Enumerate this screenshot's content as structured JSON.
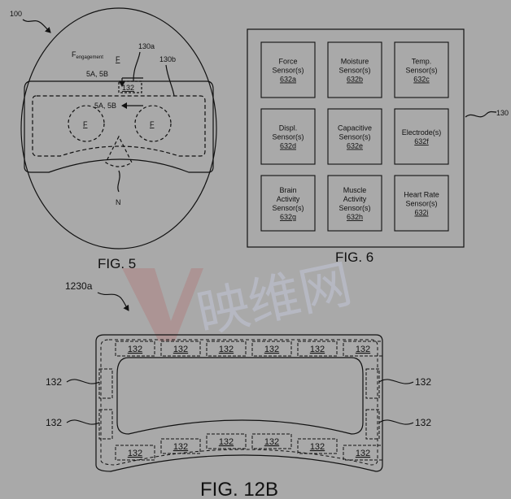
{
  "fig5": {
    "ref_main": "100",
    "label": "FIG. 5",
    "ref_130a": "130a",
    "ref_130b": "130b",
    "f_engagement": "F",
    "f_engagement_sub": "engagement",
    "f_top": "F",
    "arrow_label_top": "5A, 5B",
    "arrow_label_bottom": "5A, 5B",
    "box_label": "132",
    "f_left": "F",
    "f_right": "F",
    "nose_label": "N"
  },
  "fig6": {
    "label": "FIG. 6",
    "ref": "130",
    "sensors": [
      {
        "lines": [
          "Force",
          "Sensor(s)"
        ],
        "num": "632a"
      },
      {
        "lines": [
          "Moisture",
          "Sensor(s)"
        ],
        "num": "632b"
      },
      {
        "lines": [
          "Temp.",
          "Sensor(s)"
        ],
        "num": "632c"
      },
      {
        "lines": [
          "Displ.",
          "Sensor(s)"
        ],
        "num": "632d"
      },
      {
        "lines": [
          "Capacitive",
          "Sensor(s)"
        ],
        "num": "632e"
      },
      {
        "lines": [
          "Electrode(s)"
        ],
        "num": "632f"
      },
      {
        "lines": [
          "Brain",
          "Activity",
          "Sensor(s)"
        ],
        "num": "632g"
      },
      {
        "lines": [
          "Muscle",
          "Activity",
          "Sensor(s)"
        ],
        "num": "632h"
      },
      {
        "lines": [
          "Heart Rate",
          "Sensor(s)"
        ],
        "num": "632i"
      }
    ]
  },
  "fig12b": {
    "label": "FIG. 12B",
    "ref": "1230a",
    "top_boxes": [
      "132",
      "132",
      "132",
      "132",
      "132",
      "132"
    ],
    "bottom_boxes": [
      "132",
      "132",
      "132",
      "132",
      "132",
      "132"
    ],
    "side_left": [
      "132",
      "132"
    ],
    "side_right": [
      "132",
      "132"
    ]
  },
  "watermark": {
    "text": "映维网",
    "color": "#c3c8dc"
  }
}
